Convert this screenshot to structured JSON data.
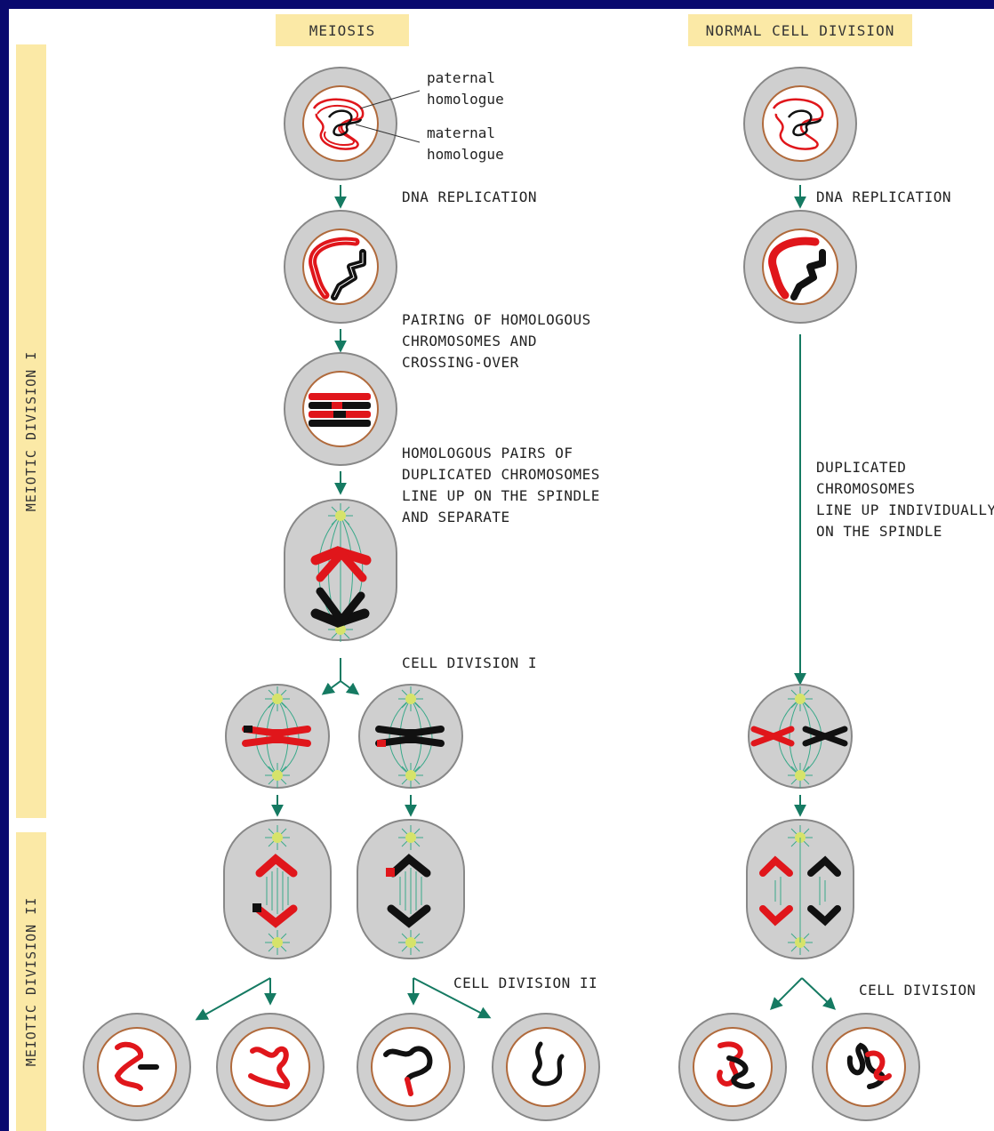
{
  "headers": {
    "meiosis": "MEIOSIS",
    "normal": "NORMAL CELL DIVISION"
  },
  "bands": {
    "meiotic_i": "MEIOTIC DIVISION I",
    "meiotic_ii": "MEIOTIC DIVISION II"
  },
  "annotations": {
    "paternal": "paternal\nhomologue",
    "maternal": "maternal\nhomologue"
  },
  "meiosis_steps": {
    "dna_replication": "DNA REPLICATION",
    "pairing": "PAIRING OF HOMOLOGOUS\nCHROMOSOMES AND\nCROSSING-OVER",
    "line_up": "HOMOLOGOUS PAIRS OF\nDUPLICATED CHROMOSOMES\nLINE UP ON THE SPINDLE\nAND SEPARATE",
    "cell_division_1": "CELL DIVISION I",
    "cell_division_2": "CELL DIVISION II"
  },
  "normal_steps": {
    "dna_replication": "DNA REPLICATION",
    "line_up": "DUPLICATED\nCHROMOSOMES\nLINE UP INDIVIDUALLY\nON THE SPINDLE",
    "cell_division": "CELL DIVISION"
  },
  "colors": {
    "band": "#fbe9a6",
    "cell_fill": "#cfcfcf",
    "nucleus_border": "#b06a3c",
    "arrow": "#157a62",
    "spindle": "#3aa98a",
    "pole": "#d6e36a",
    "paternal": "#e0161b",
    "maternal": "#111111"
  }
}
